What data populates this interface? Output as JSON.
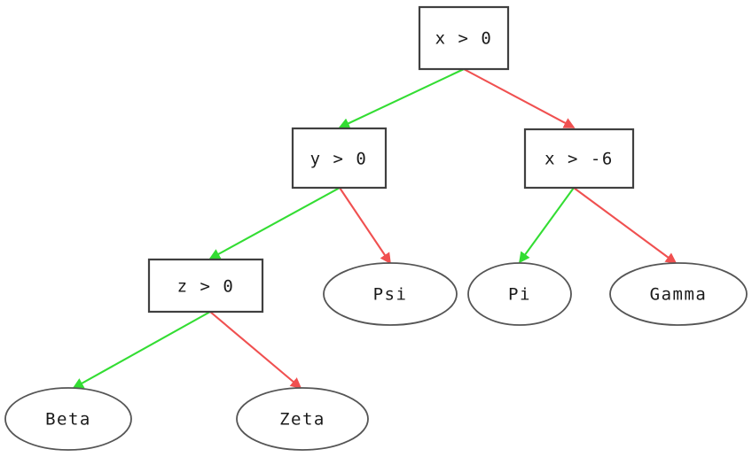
{
  "diagram": {
    "title": "decision-tree",
    "background_color": "#ffffff",
    "node_border_color": "#404040",
    "leaf_border_color": "#555555",
    "label_color": "#1a1a1a",
    "true_edge_color": "#33dd33",
    "false_edge_color": "#f05050"
  },
  "nodes": {
    "root": {
      "label": "x > 0",
      "shape": "box"
    },
    "left": {
      "label": "y > 0",
      "shape": "box"
    },
    "right": {
      "label": "x > -6",
      "shape": "box"
    },
    "left_left": {
      "label": "z > 0",
      "shape": "box"
    },
    "psi": {
      "label": "Psi",
      "shape": "ellipse"
    },
    "pi": {
      "label": "Pi",
      "shape": "ellipse"
    },
    "gamma": {
      "label": "Gamma",
      "shape": "ellipse"
    },
    "beta": {
      "label": "Beta",
      "shape": "ellipse"
    },
    "zeta": {
      "label": "Zeta",
      "shape": "ellipse"
    }
  },
  "edges": [
    {
      "from": "root",
      "to": "left",
      "branch": "true",
      "color": "#33dd33"
    },
    {
      "from": "root",
      "to": "right",
      "branch": "false",
      "color": "#f05050"
    },
    {
      "from": "left",
      "to": "left_left",
      "branch": "true",
      "color": "#33dd33"
    },
    {
      "from": "left",
      "to": "psi",
      "branch": "false",
      "color": "#f05050"
    },
    {
      "from": "right",
      "to": "pi",
      "branch": "true",
      "color": "#33dd33"
    },
    {
      "from": "right",
      "to": "gamma",
      "branch": "false",
      "color": "#f05050"
    },
    {
      "from": "left_left",
      "to": "beta",
      "branch": "true",
      "color": "#33dd33"
    },
    {
      "from": "left_left",
      "to": "zeta",
      "branch": "false",
      "color": "#f05050"
    }
  ]
}
